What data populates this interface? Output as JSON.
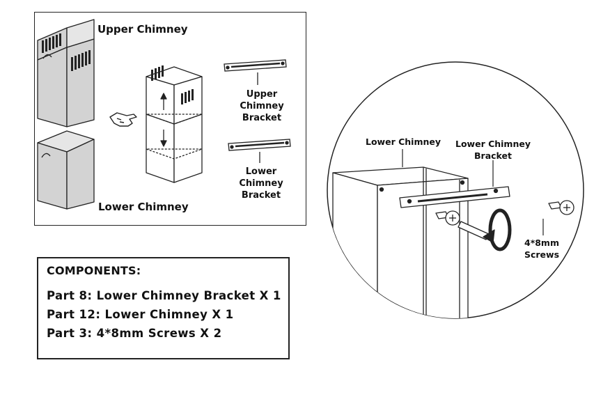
{
  "labels": {
    "upper_chimney": "Upper Chimney",
    "lower_chimney": "Lower Chimney",
    "upper_bracket": [
      "Upper",
      "Chimney",
      "Bracket"
    ],
    "lower_bracket": [
      "Lower",
      "Chimney",
      "Bracket"
    ],
    "detail_lower_chimney": "Lower Chimney",
    "detail_bracket": [
      "Lower Chimney",
      "Bracket"
    ],
    "screws": [
      "4*8mm",
      "Screws"
    ]
  },
  "components": {
    "title": "COMPONENTS:",
    "parts": [
      "Part 8:  Lower  Chimney  Bracket  X  1",
      "Part 12:  Lower  Chimney  X  1",
      "Part 3:  4*8mm Screws X 2"
    ]
  },
  "colors": {
    "panel_fill": "#d3d3d3",
    "line": "#222222"
  }
}
